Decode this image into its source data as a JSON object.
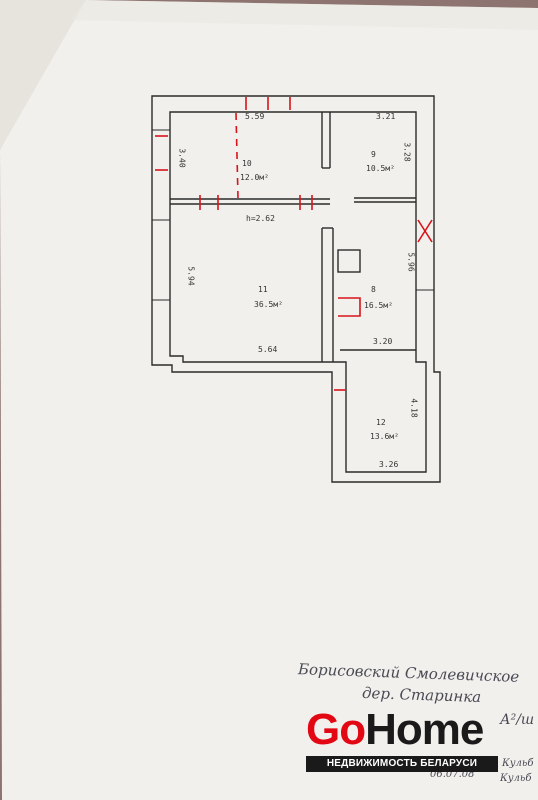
{
  "plan": {
    "rooms": [
      {
        "number": "10",
        "area": "12.0м²"
      },
      {
        "number": "9",
        "area": "10.5м²"
      },
      {
        "number": "11",
        "area": "36.5м²"
      },
      {
        "number": "8",
        "area": "16.5м²"
      },
      {
        "number": "12",
        "area": "13.6м²"
      }
    ],
    "dimensions": {
      "top_left_width": "5.59",
      "top_right_width": "3.21",
      "left_upper_height": "3.40",
      "right_upper_height": "3.28",
      "ceiling_height": "h=2.62",
      "right_middle_height": "5.96",
      "left_lower_height": "5.94",
      "bottom_width": "5.64",
      "corridor_width": "3.20",
      "annex_height": "4.18",
      "annex_width": "3.26"
    }
  },
  "handwriting": {
    "line1": "Борисовский Смолевичское",
    "line2": "дер. Старинка",
    "corner_mark": "А²/ш",
    "sig1": "Кульб",
    "date": "06.07.08",
    "sig2": "Кульб"
  },
  "logo": {
    "go": "Go",
    "home": "Home",
    "tagline": "НЕДВИЖИМОСТЬ БЕЛАРУСИ"
  },
  "colors": {
    "paper": "#f1f0ec",
    "wall": "#2b2b2b",
    "marks": "#d8141a",
    "brand_red": "#e30613"
  }
}
